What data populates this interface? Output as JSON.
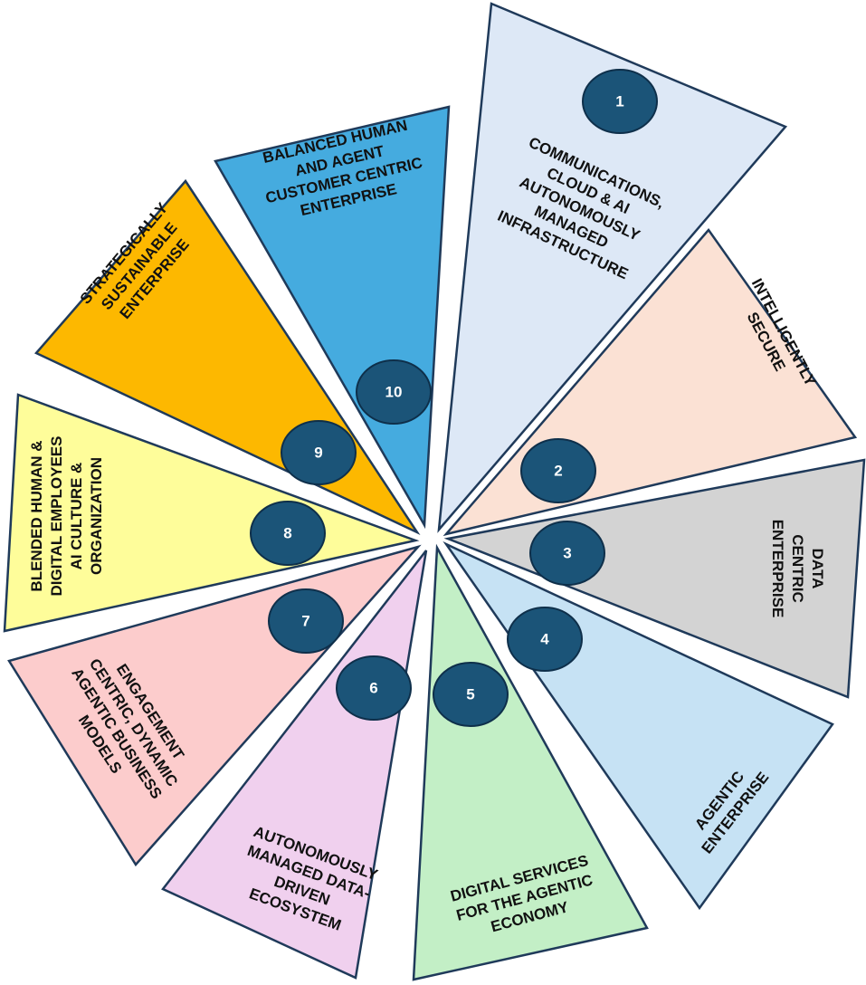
{
  "wheel": {
    "badge_color": "#1b5478",
    "segments": [
      {
        "number": "1",
        "color": "#dde8f6",
        "lines": [
          "COMMUNICATIONS,",
          "CLOUD & AI",
          "AUTONOMOUSLY",
          "MANAGED",
          "INFRASTRUCTURE"
        ]
      },
      {
        "number": "2",
        "color": "#fbe1d4",
        "lines": [
          "INTELLIGENTLY",
          "SECURE"
        ]
      },
      {
        "number": "3",
        "color": "#d3d3d3",
        "lines": [
          "DATA",
          "CENTRIC",
          "ENTERPRISE"
        ]
      },
      {
        "number": "4",
        "color": "#c6e2f4",
        "lines": [
          "AGENTIC",
          "ENTERPRISE"
        ]
      },
      {
        "number": "5",
        "color": "#c3efc6",
        "lines": [
          "DIGITAL SERVICES",
          "FOR THE AGENTIC",
          "ECONOMY"
        ]
      },
      {
        "number": "6",
        "color": "#f0d0ee",
        "lines": [
          "AUTONOMOUSLY",
          "MANAGED DATA-",
          "DRIVEN",
          "ECOSYSTEM"
        ]
      },
      {
        "number": "7",
        "color": "#fccccc",
        "lines": [
          "ENGAGEMENT",
          "CENTRIC, DYNAMIC",
          "AGENTIC BUSINESS",
          "MODELS"
        ]
      },
      {
        "number": "8",
        "color": "#fefd9a",
        "lines": [
          "BLENDED HUMAN  &",
          "DIGITAL EMPLOYEES",
          "AI CULTURE &",
          "ORGANIZATION"
        ]
      },
      {
        "number": "9",
        "color": "#fdb800",
        "lines": [
          "STRATEGICALLY",
          "SUSTAINABLE",
          "ENTERPRISE"
        ]
      },
      {
        "number": "10",
        "color": "#45abdf",
        "lines": [
          "BALANCED HUMAN",
          "AND AGENT",
          "CUSTOMER CENTRIC",
          "ENTERPRISE"
        ]
      }
    ]
  }
}
